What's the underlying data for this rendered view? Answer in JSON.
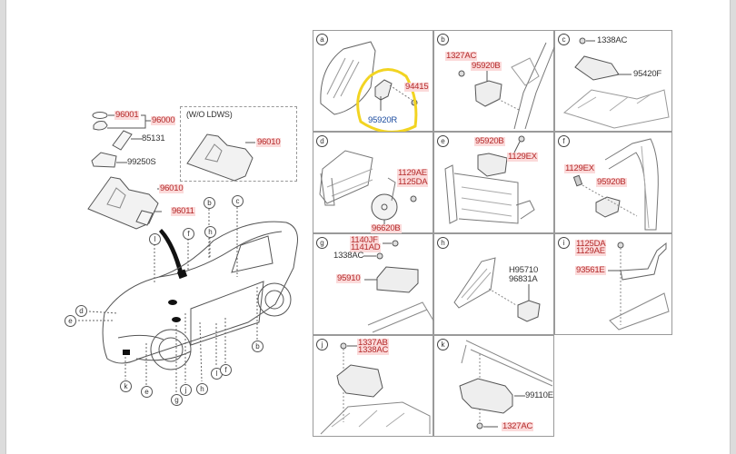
{
  "left_panel": {
    "parts": [
      {
        "id": "96001",
        "style": "red"
      },
      {
        "id": "96000",
        "style": "red"
      },
      {
        "id": "85131",
        "style": "plain"
      },
      {
        "id": "99250S",
        "style": "plain"
      },
      {
        "id": "96010",
        "style": "red"
      },
      {
        "id": "96011",
        "style": "red"
      }
    ],
    "variant_box": {
      "title": "(W/O LDWS)",
      "part": "96010"
    },
    "vehicle_callouts": [
      "b",
      "c",
      "h",
      "f",
      "l",
      "d",
      "e",
      "b",
      "k",
      "e",
      "g",
      "j",
      "h",
      "l",
      "f"
    ]
  },
  "grid": {
    "cells": [
      {
        "tag": "a",
        "labels": [
          {
            "text": "94415",
            "style": "red"
          },
          {
            "text": "95920R",
            "style": "blue"
          }
        ],
        "highlighted": true
      },
      {
        "tag": "b",
        "labels": [
          {
            "text": "1327AC",
            "style": "red"
          },
          {
            "text": "95920B",
            "style": "red"
          }
        ]
      },
      {
        "tag": "c",
        "labels": [
          {
            "text": "1338AC",
            "style": "plain"
          },
          {
            "text": "95420F",
            "style": "plain"
          }
        ]
      },
      {
        "tag": "d",
        "labels": [
          {
            "text": "1129AE",
            "style": "red"
          },
          {
            "text": "1125DA",
            "style": "red"
          },
          {
            "text": "96620B",
            "style": "red"
          }
        ]
      },
      {
        "tag": "e",
        "labels": [
          {
            "text": "95920B",
            "style": "red"
          },
          {
            "text": "1129EX",
            "style": "red"
          }
        ]
      },
      {
        "tag": "f",
        "labels": [
          {
            "text": "1129EX",
            "style": "red"
          },
          {
            "text": "95920B",
            "style": "red"
          }
        ]
      },
      {
        "tag": "g",
        "labels": [
          {
            "text": "1140JF",
            "style": "red"
          },
          {
            "text": "1141AD",
            "style": "red"
          },
          {
            "text": "1338AC",
            "style": "plain"
          },
          {
            "text": "95910",
            "style": "red"
          }
        ]
      },
      {
        "tag": "h",
        "labels": [
          {
            "text": "H95710",
            "style": "plain"
          },
          {
            "text": "96831A",
            "style": "plain"
          }
        ]
      },
      {
        "tag": "i",
        "labels": [
          {
            "text": "1125DA",
            "style": "red"
          },
          {
            "text": "1129AE",
            "style": "red"
          },
          {
            "text": "93561E",
            "style": "red"
          }
        ]
      },
      {
        "tag": "j",
        "labels": [
          {
            "text": "1337AB",
            "style": "red"
          },
          {
            "text": "1338AC",
            "style": "red"
          }
        ]
      },
      {
        "tag": "k",
        "labels": [
          {
            "text": "99110E",
            "style": "plain"
          },
          {
            "text": "1327AC",
            "style": "red"
          }
        ]
      }
    ]
  },
  "colors": {
    "highlight": "#f2d422",
    "label_red": "#b42a2a",
    "label_red_bg": "#fbdada",
    "label_blue": "#1e4ea0",
    "line": "#555555"
  }
}
